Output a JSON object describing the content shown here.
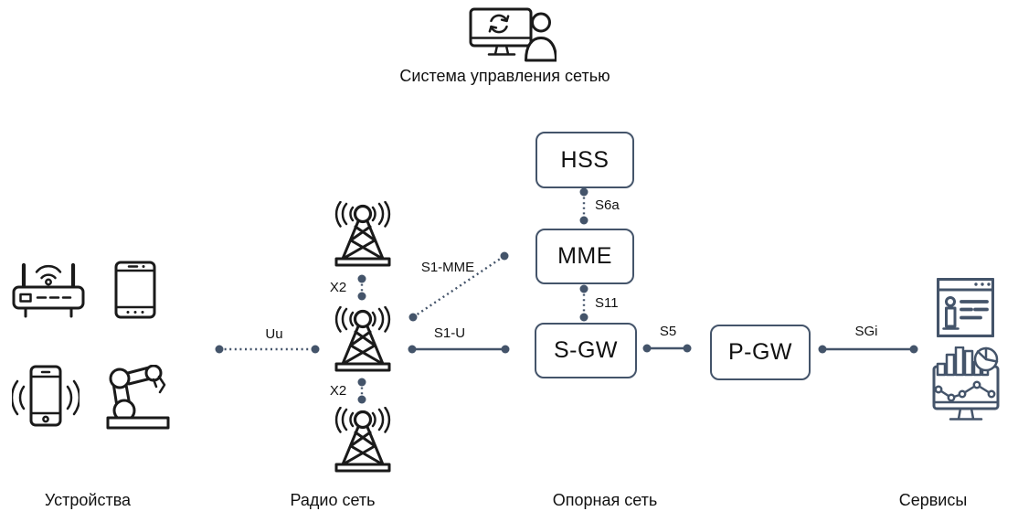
{
  "background": "#ffffff",
  "colors": {
    "connector": "#44546A",
    "node_border": "#44546A",
    "device_icon": "#1a1a1a",
    "service_icon": "#44546A",
    "label_text": "#1a1a1a"
  },
  "management": {
    "label": "Система управления сетью",
    "icon": "network-management-icon"
  },
  "devices": {
    "label": "Устройства",
    "icons": [
      "router-icon",
      "tablet-icon",
      "smartphone-icon",
      "robot-arm-icon"
    ]
  },
  "radio": {
    "label": "Радио сеть",
    "tower_count": 3
  },
  "core": {
    "label": "Опорная сеть",
    "nodes": {
      "hss": "HSS",
      "mme": "MME",
      "sgw": "S-GW",
      "pgw": "P-GW"
    }
  },
  "services": {
    "label": "Сервисы",
    "icons": [
      "info-page-icon",
      "analytics-dashboard-icon"
    ]
  },
  "links": {
    "uu": "Uu",
    "x2_top": "X2",
    "x2_bottom": "X2",
    "s1_mme": "S1-MME",
    "s1_u": "S1-U",
    "s6a": "S6a",
    "s11": "S11",
    "s5": "S5",
    "sgi": "SGi"
  }
}
